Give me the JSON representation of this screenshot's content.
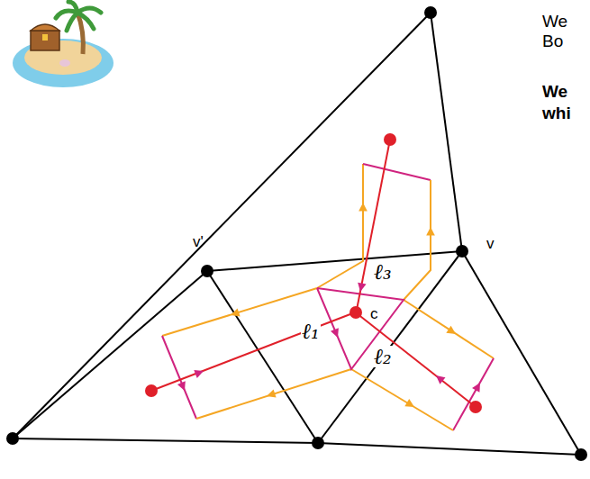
{
  "diagram": {
    "labels": [
      "We",
      "Bo",
      "We",
      "whi",
      "v'",
      "v",
      "c",
      "ℓ₁",
      "ℓ₂",
      "ℓ₃"
    ]
  }
}
